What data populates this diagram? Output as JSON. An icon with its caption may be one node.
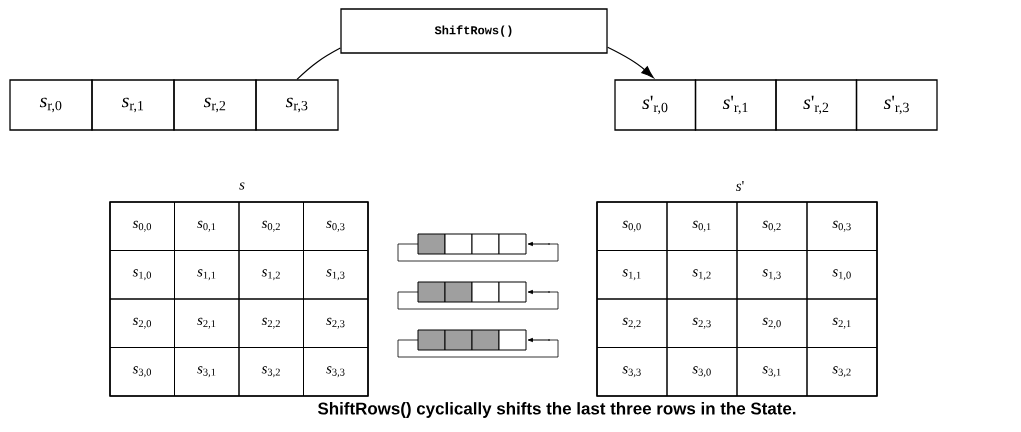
{
  "diagram": {
    "caption": "ShiftRows() cyclically shifts the last three rows in the State.",
    "nodes": [
      {
        "text": [
          "ShiftRows()"
        ]
      },
      {
        "text": [
          "*s*$_{r,0}$"
        ]
      },
      {
        "text": [
          "*s*$_{r,1}$"
        ]
      },
      {
        "text": [
          "*s*$_{r,2}$"
        ]
      },
      {
        "text": [
          "*s*$_{r,3}$"
        ]
      },
      {
        "text": [
          "*s*'$_{r,0}$"
        ]
      },
      {
        "text": [
          "*s*'$_{r,1}$"
        ]
      },
      {
        "text": [
          "*s*'$_{r,2}$"
        ]
      },
      {
        "text": [
          "*s*'$_{r,3}$"
        ]
      }
    ],
    "edges": [
      {
        "from": 4,
        "to": 0,
        "arrow": "none"
      },
      {
        "from": 0,
        "to": 5,
        "arrow": "to"
      }
    ],
    "labels": [
      "*s*",
      "*s*'",
      "*s*$_{0,0}$",
      "*s*$_{0,1}$",
      "*s*$_{0,2}$",
      "*s*$_{0,3}$",
      "*s*$_{1,0}$",
      "*s*$_{1,1}$",
      "*s*$_{1,2}$",
      "*s*$_{1,3}$",
      "*s*$_{2,0}$",
      "*s*$_{2,1}$",
      "*s*$_{2,2}$",
      "*s*$_{2,3}$",
      "*s*$_{3,0}$",
      "*s*$_{3,1}$",
      "*s*$_{3,2}$",
      "*s*$_{3,3}$",
      "*s*$_{0,0}$",
      "*s*$_{0,1}$",
      "*s*$_{0,2}$",
      "*s*$_{0,3}$",
      "*s*$_{1,1}$",
      "*s*$_{1,2}$",
      "*s*$_{1,3}$",
      "*s*$_{1,0}$",
      "*s*$_{2,2}$",
      "*s*$_{2,3}$",
      "*s*$_{2,0}$",
      "*s*$_{2,1}$",
      "*s*$_{3,3}$",
      "*s*$_{3,0}$",
      "*s*$_{3,1}$",
      "*s*$_{3,2}$"
    ]
  }
}
